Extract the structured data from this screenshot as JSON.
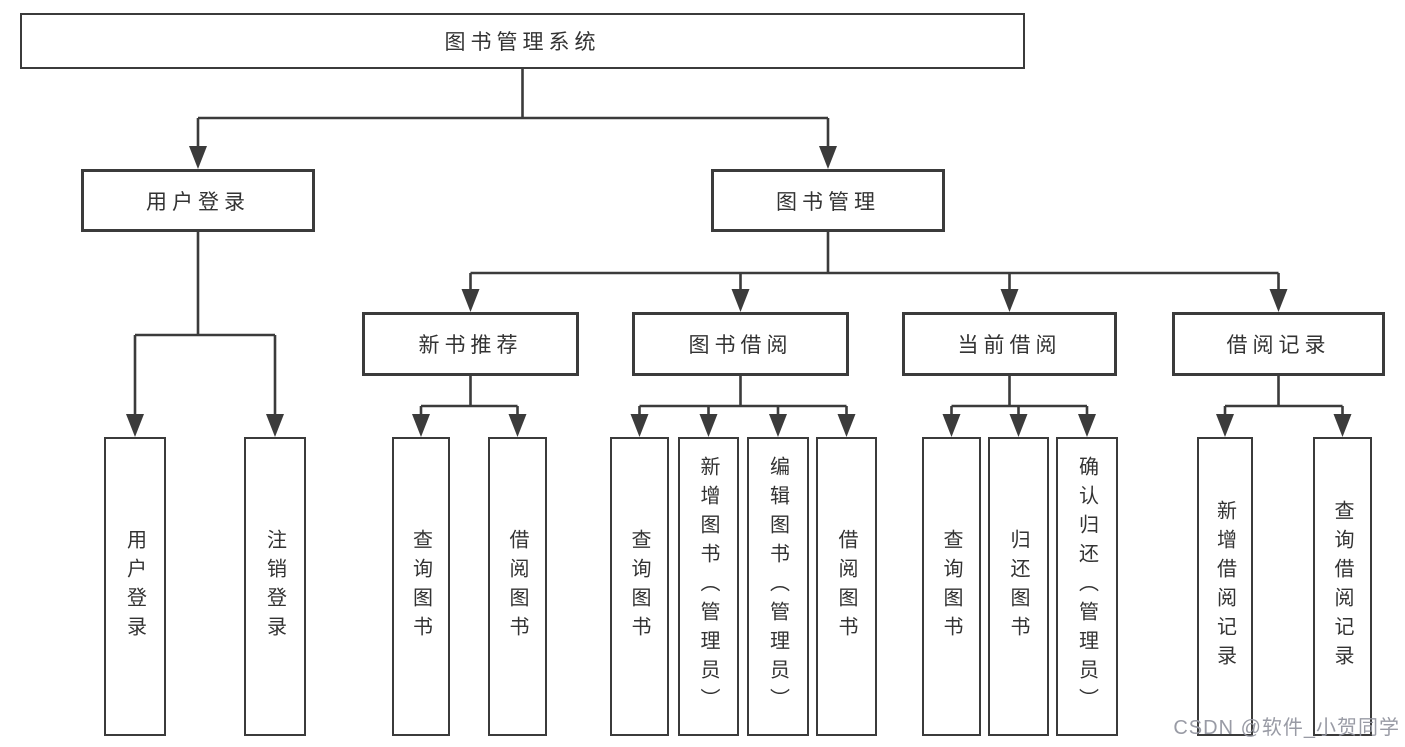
{
  "tree": {
    "root": {
      "label": "图书管理系统"
    },
    "login": {
      "label": "用户登录",
      "leaves": [
        "用户登录",
        "注销登录"
      ]
    },
    "mgmt": {
      "label": "图书管理",
      "groups": [
        {
          "label": "新书推荐",
          "leaves": [
            "查询图书",
            "借阅图书"
          ]
        },
        {
          "label": "图书借阅",
          "leaves": [
            "查询图书",
            "新增图书（管理员）",
            "编辑图书（管理员）",
            "借阅图书"
          ]
        },
        {
          "label": "当前借阅",
          "leaves": [
            "查询图书",
            "归还图书",
            "确认归还（管理员）"
          ]
        },
        {
          "label": "借阅记录",
          "leaves": [
            "新增借阅记录",
            "查询借阅记录"
          ]
        }
      ]
    }
  },
  "watermark": "CSDN @软件_小贺同学",
  "colors": {
    "line": "#3b3b3b",
    "text": "#333333",
    "background": "#ffffff",
    "watermark": "#9496a0"
  }
}
